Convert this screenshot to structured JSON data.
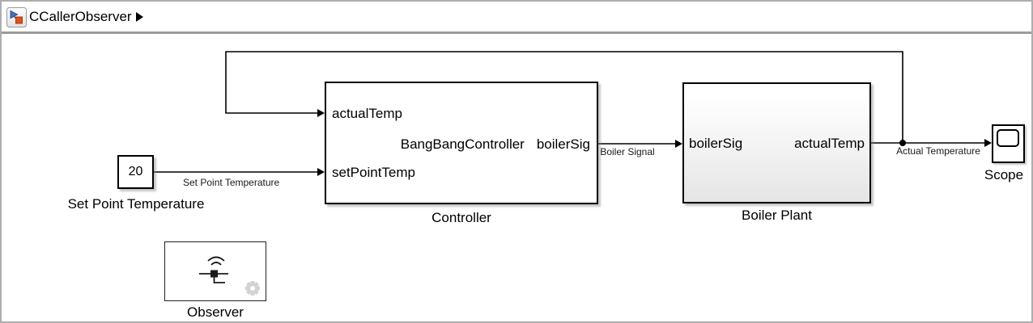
{
  "window": {
    "breadcrumb": "CCallerObserver"
  },
  "blocks": {
    "set_point": {
      "value": "20",
      "label": "Set Point Temperature"
    },
    "controller": {
      "label": "Controller",
      "function_name": "BangBangController",
      "ports": {
        "actual_temp_in": "actualTemp",
        "set_point_in": "setPointTemp",
        "boiler_sig_out": "boilerSig"
      }
    },
    "boiler_plant": {
      "label": "Boiler Plant",
      "ports": {
        "boiler_sig_in": "boilerSig",
        "actual_temp_out": "actualTemp"
      }
    },
    "scope": {
      "label": "Scope"
    },
    "observer": {
      "label": "Observer"
    }
  },
  "signal_labels": {
    "set_point": "Set Point Temperature",
    "boiler_signal": "Boiler Signal",
    "actual_temperature": "Actual Temperature"
  },
  "icons": {
    "model_badge": "simulink-model-icon",
    "breadcrumb_chevron": "chevron-right-icon",
    "observer_glyph": "observer-signal-icon",
    "gear": "gear-icon",
    "scope_screen": "scope-display-icon"
  },
  "colors": {
    "wire": "#000000",
    "block_border": "#000000",
    "boiler_gradient_bottom": "#e5e5e5",
    "gear_gray": "#d2d2d2",
    "badge_blue": "#4472b9",
    "badge_orange": "#e2501a",
    "frame_border": "#aeaeae",
    "separator": "#9b9b9b"
  }
}
